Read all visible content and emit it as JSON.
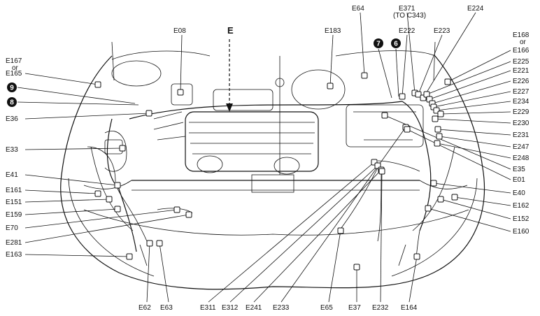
{
  "diagram": {
    "view_label": "E",
    "connectors": [
      {
        "id": "e167",
        "text": "E167"
      },
      {
        "id": "or1",
        "text": "or"
      },
      {
        "id": "e165",
        "text": "E165"
      },
      {
        "id": "e36",
        "text": "E36"
      },
      {
        "id": "e33",
        "text": "E33"
      },
      {
        "id": "e41",
        "text": "E41"
      },
      {
        "id": "e161",
        "text": "E161"
      },
      {
        "id": "e151",
        "text": "E151"
      },
      {
        "id": "e159",
        "text": "E159"
      },
      {
        "id": "e70",
        "text": "E70"
      },
      {
        "id": "e281",
        "text": "E281"
      },
      {
        "id": "e163",
        "text": "E163"
      },
      {
        "id": "e62",
        "text": "E62"
      },
      {
        "id": "e63",
        "text": "E63"
      },
      {
        "id": "e311",
        "text": "E311"
      },
      {
        "id": "e312",
        "text": "E312"
      },
      {
        "id": "e241",
        "text": "E241"
      },
      {
        "id": "e233",
        "text": "E233"
      },
      {
        "id": "e65",
        "text": "E65"
      },
      {
        "id": "e37",
        "text": "E37"
      },
      {
        "id": "e232",
        "text": "E232"
      },
      {
        "id": "e164",
        "text": "E164"
      },
      {
        "id": "e08",
        "text": "E08"
      },
      {
        "id": "e183",
        "text": "E183"
      },
      {
        "id": "e64",
        "text": "E64"
      },
      {
        "id": "e371",
        "text": "E371"
      },
      {
        "id": "to_c343",
        "text": "(TO C343)"
      },
      {
        "id": "e222",
        "text": "E222"
      },
      {
        "id": "e223",
        "text": "E223"
      },
      {
        "id": "e224",
        "text": "E224"
      },
      {
        "id": "e168",
        "text": "E168"
      },
      {
        "id": "or2",
        "text": "or"
      },
      {
        "id": "e166",
        "text": "E166"
      },
      {
        "id": "e225",
        "text": "E225"
      },
      {
        "id": "e221",
        "text": "E221"
      },
      {
        "id": "e226",
        "text": "E226"
      },
      {
        "id": "e227",
        "text": "E227"
      },
      {
        "id": "e234",
        "text": "E234"
      },
      {
        "id": "e229",
        "text": "E229"
      },
      {
        "id": "e230",
        "text": "E230"
      },
      {
        "id": "e231",
        "text": "E231"
      },
      {
        "id": "e247",
        "text": "E247"
      },
      {
        "id": "e248",
        "text": "E248"
      },
      {
        "id": "e35",
        "text": "E35"
      },
      {
        "id": "e01",
        "text": "E01"
      },
      {
        "id": "e40",
        "text": "E40"
      },
      {
        "id": "e162",
        "text": "E162"
      },
      {
        "id": "e152",
        "text": "E152"
      },
      {
        "id": "e160",
        "text": "E160"
      }
    ],
    "circle_markers": [
      {
        "id": "m9",
        "text": "9"
      },
      {
        "id": "m8",
        "text": "8"
      },
      {
        "id": "m7",
        "text": "7"
      },
      {
        "id": "m6",
        "text": "6"
      }
    ]
  }
}
